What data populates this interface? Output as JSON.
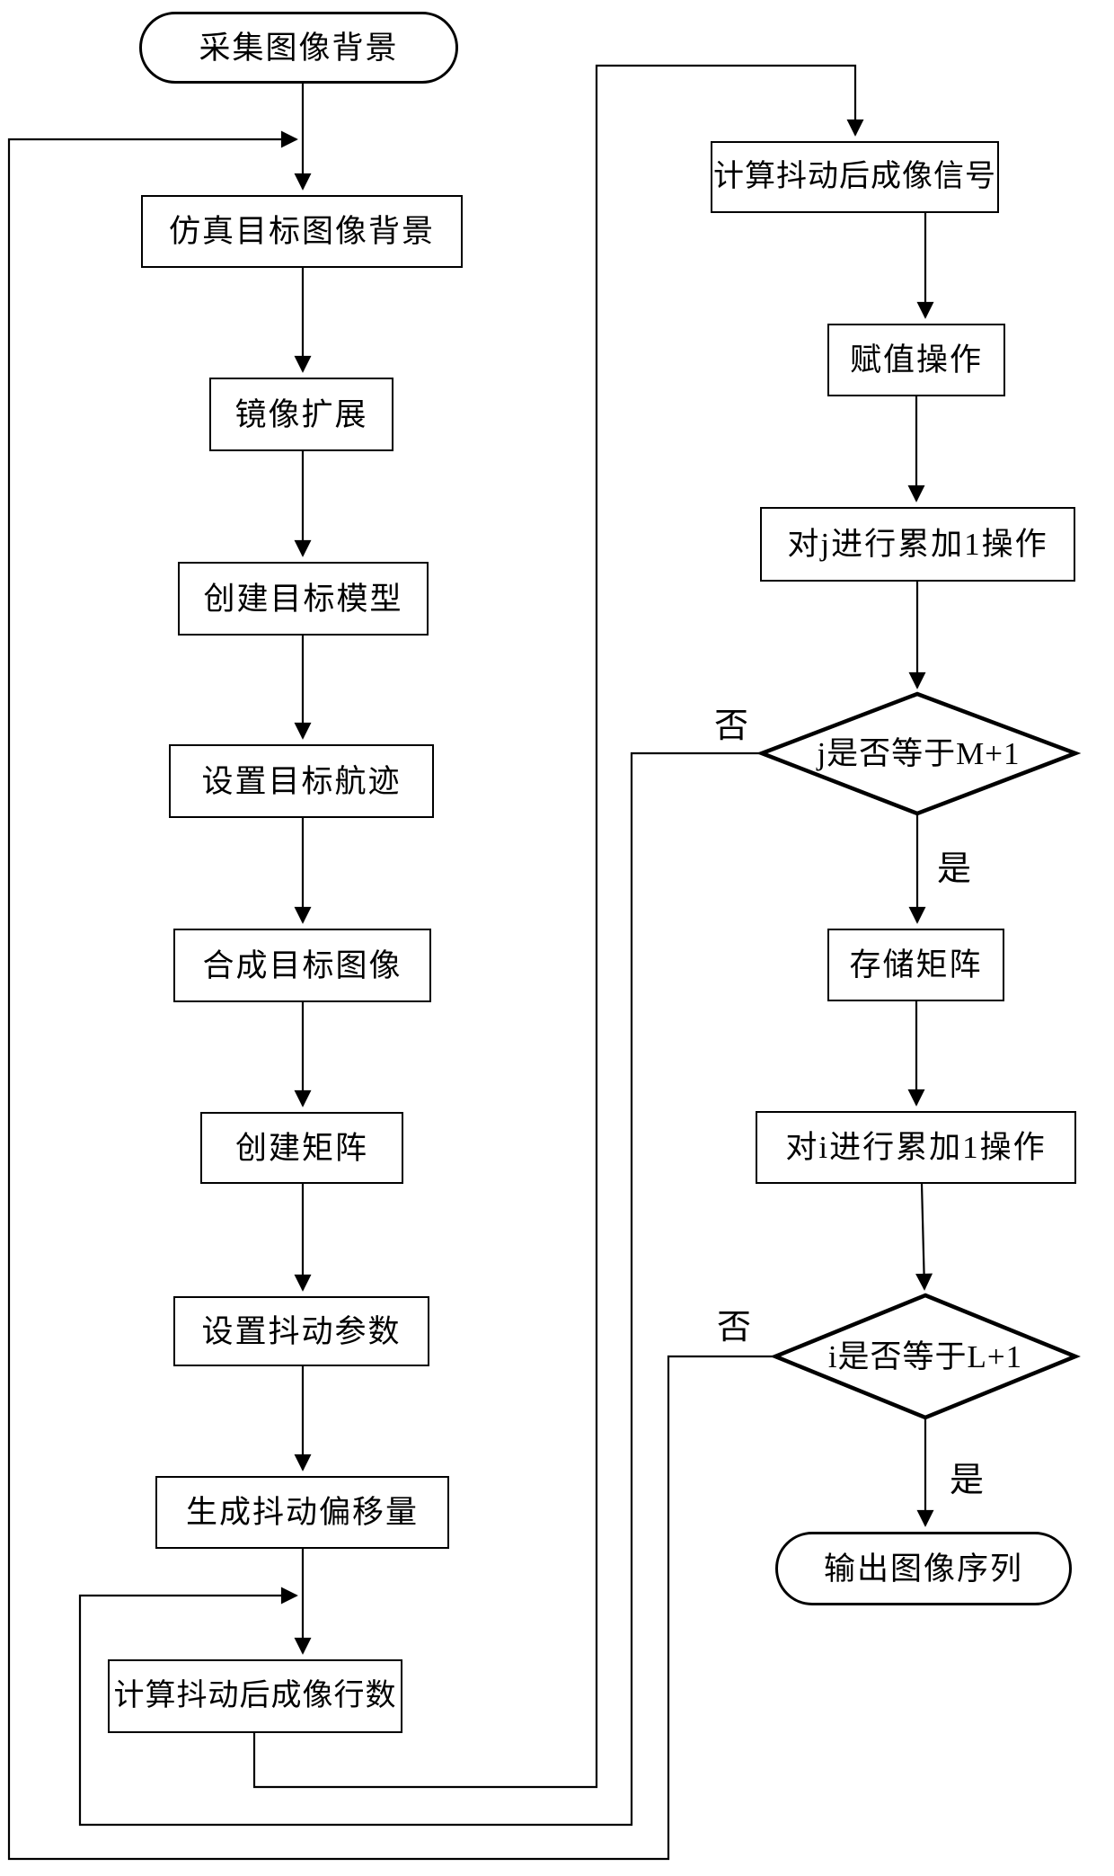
{
  "figure": {
    "type": "flowchart",
    "background_color": "#ffffff",
    "line_color": "#000000"
  },
  "nodes": [
    {
      "id": "start",
      "type": "terminator",
      "label": "采集图像背景"
    },
    {
      "id": "simulate-target-background",
      "type": "process",
      "label": "仿真目标图像背景"
    },
    {
      "id": "mirror-extend",
      "type": "process",
      "label": "镜像扩展"
    },
    {
      "id": "create-target-model",
      "type": "process",
      "label": "创建目标模型"
    },
    {
      "id": "set-target-track",
      "type": "process",
      "label": "设置目标航迹"
    },
    {
      "id": "synthesize-target-image",
      "type": "process",
      "label": "合成目标图像"
    },
    {
      "id": "create-matrix",
      "type": "process",
      "label": "创建矩阵"
    },
    {
      "id": "set-jitter-params",
      "type": "process",
      "label": "设置抖动参数"
    },
    {
      "id": "generate-jitter-offset",
      "type": "process",
      "label": "生成抖动偏移量"
    },
    {
      "id": "calc-post-jitter-rows",
      "type": "process",
      "label": "计算抖动后成像行数"
    },
    {
      "id": "calc-post-jitter-signal",
      "type": "process",
      "label": "计算抖动后成像信号"
    },
    {
      "id": "assignment-operation",
      "type": "process",
      "label": "赋值操作"
    },
    {
      "id": "increment-j",
      "type": "process",
      "label": "对j进行累加1操作"
    },
    {
      "id": "check-j-equals-m-plus-1",
      "type": "decision",
      "label": "j是否等于M+1"
    },
    {
      "id": "store-matrix",
      "type": "process",
      "label": "存储矩阵"
    },
    {
      "id": "increment-i",
      "type": "process",
      "label": "对i进行累加1操作"
    },
    {
      "id": "check-i-equals-l-plus-1",
      "type": "decision",
      "label": "i是否等于L+1"
    },
    {
      "id": "output-image-sequence",
      "type": "terminator",
      "label": "输出图像序列"
    }
  ],
  "branches": {
    "j_decision": {
      "no": "否",
      "yes": "是"
    },
    "i_decision": {
      "no": "否",
      "yes": "是"
    }
  },
  "edges": [
    {
      "from": "start",
      "to": "simulate-target-background",
      "branch": null
    },
    {
      "from": "simulate-target-background",
      "to": "mirror-extend",
      "branch": null
    },
    {
      "from": "mirror-extend",
      "to": "create-target-model",
      "branch": null
    },
    {
      "from": "create-target-model",
      "to": "set-target-track",
      "branch": null
    },
    {
      "from": "set-target-track",
      "to": "synthesize-target-image",
      "branch": null
    },
    {
      "from": "synthesize-target-image",
      "to": "create-matrix",
      "branch": null
    },
    {
      "from": "create-matrix",
      "to": "set-jitter-params",
      "branch": null
    },
    {
      "from": "set-jitter-params",
      "to": "generate-jitter-offset",
      "branch": null
    },
    {
      "from": "generate-jitter-offset",
      "to": "calc-post-jitter-rows",
      "branch": null
    },
    {
      "from": "calc-post-jitter-rows",
      "to": "calc-post-jitter-signal",
      "branch": null
    },
    {
      "from": "calc-post-jitter-signal",
      "to": "assignment-operation",
      "branch": null
    },
    {
      "from": "assignment-operation",
      "to": "increment-j",
      "branch": null
    },
    {
      "from": "increment-j",
      "to": "check-j-equals-m-plus-1",
      "branch": null
    },
    {
      "from": "check-j-equals-m-plus-1",
      "to": "store-matrix",
      "branch": "yes"
    },
    {
      "from": "check-j-equals-m-plus-1",
      "to": "calc-post-jitter-rows",
      "branch": "no"
    },
    {
      "from": "store-matrix",
      "to": "increment-i",
      "branch": null
    },
    {
      "from": "increment-i",
      "to": "check-i-equals-l-plus-1",
      "branch": null
    },
    {
      "from": "check-i-equals-l-plus-1",
      "to": "output-image-sequence",
      "branch": "yes"
    },
    {
      "from": "check-i-equals-l-plus-1",
      "to": "simulate-target-background",
      "branch": "no"
    }
  ]
}
